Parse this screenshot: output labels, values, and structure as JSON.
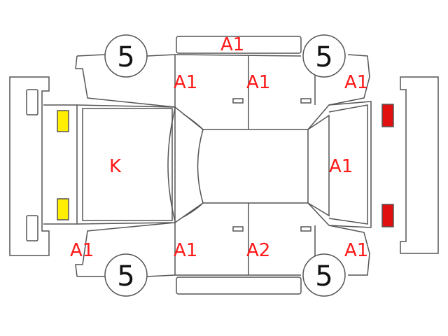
{
  "colors": {
    "outline": "#555555",
    "damage_text": "#ff1a1a",
    "front_lamp": "#ffee00",
    "rear_lamp": "#e01010",
    "background": "#ffffff"
  },
  "wheels": {
    "front_left": "5",
    "rear_left": "5",
    "front_right": "5",
    "rear_right": "5"
  },
  "damage_codes": {
    "top_bumper_side": "A1",
    "top_front_door": "A1",
    "top_rear_door": "A1",
    "top_rear_quarter": "A1",
    "hood": "K",
    "trunk": "A1",
    "bottom_front_fender": "A1",
    "bottom_front_door": "A1",
    "bottom_rear_door": "A2",
    "bottom_rear_quarter": "A1"
  }
}
